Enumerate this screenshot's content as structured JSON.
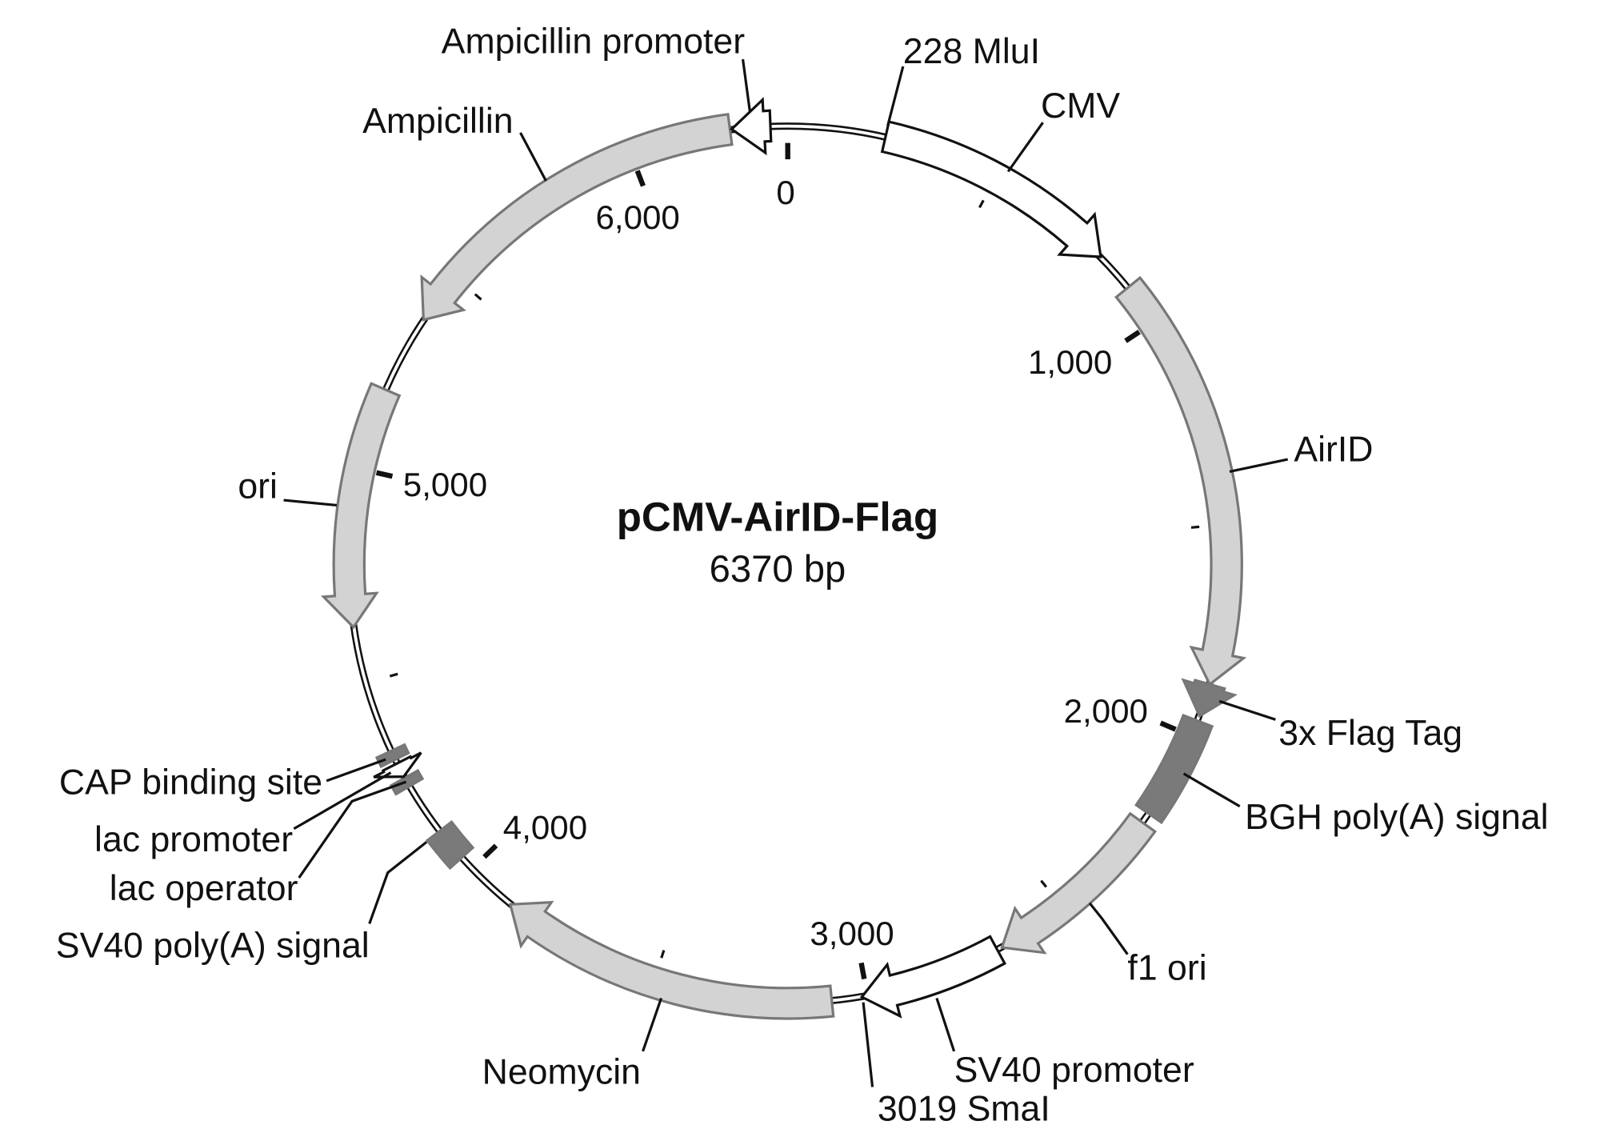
{
  "plasmid": {
    "name": "pCMV-AirID-Flag",
    "size_label": "6370 bp",
    "length_bp": 6370
  },
  "colors": {
    "light": "#d3d3d3",
    "dark": "#7a7a7a",
    "white": "#ffffff",
    "stroke": "#777777",
    "line": "#111111"
  },
  "features": [
    {
      "id": "cmv",
      "label": "CMV",
      "start": 228,
      "end": 805,
      "dir": 1,
      "fill": "white"
    },
    {
      "id": "airid",
      "label": "AirID",
      "start": 900,
      "end": 1873,
      "dir": 1,
      "fill": "light"
    },
    {
      "id": "flag",
      "label": "3x Flag Tag",
      "start": 1873,
      "end": 1950,
      "dir": 1,
      "fill": "dark"
    },
    {
      "id": "bgh",
      "label": "BGH poly(A) signal",
      "start": 1962,
      "end": 2205,
      "dir": 0,
      "fill": "dark"
    },
    {
      "id": "f1ori",
      "label": "f1 ori",
      "start": 2230,
      "end": 2668,
      "dir": 1,
      "fill": "light"
    },
    {
      "id": "sv40p",
      "label": "SV40 promoter",
      "start": 2680,
      "end": 3013,
      "dir": 1,
      "fill": "white"
    },
    {
      "id": "neo",
      "label": "Neomycin",
      "start": 3083,
      "end": 3879,
      "dir": 1,
      "fill": "light"
    },
    {
      "id": "sv40pa",
      "label": "SV40 poly(A) signal",
      "start": 4035,
      "end": 4115,
      "dir": 0,
      "fill": "dark"
    },
    {
      "id": "lacop",
      "label": "lac operator",
      "start": 4240,
      "end": 4262,
      "dir": 0,
      "fill": "dark"
    },
    {
      "id": "lacp",
      "label": "lac promoter",
      "start": 4266,
      "end": 4300,
      "dir": -1,
      "fill": "white"
    },
    {
      "id": "cap",
      "label": "CAP binding site",
      "start": 4310,
      "end": 4332,
      "dir": 0,
      "fill": "dark"
    },
    {
      "id": "ori",
      "label": "ori",
      "start": 4632,
      "end": 5193,
      "dir": -1,
      "fill": "light"
    },
    {
      "id": "amp",
      "label": "Ampicillin",
      "start": 5377,
      "end": 6236,
      "dir": -1,
      "fill": "light"
    },
    {
      "id": "ampp",
      "label": "Ampicillin promoter",
      "start": 6240,
      "end": 6330,
      "dir": -1,
      "fill": "white"
    }
  ],
  "sites": [
    {
      "label": "228 MluI",
      "bp": 228
    },
    {
      "label": "3019 SmaI",
      "bp": 3019
    }
  ],
  "ticks": {
    "major": [
      0,
      1000,
      2000,
      3000,
      4000,
      5000,
      6000
    ],
    "labels": [
      "0",
      "1,000",
      "2,000",
      "3,000",
      "4,000",
      "5,000",
      "6,000"
    ],
    "minor": [
      500,
      1500,
      2500,
      3500,
      4500,
      5500
    ]
  }
}
